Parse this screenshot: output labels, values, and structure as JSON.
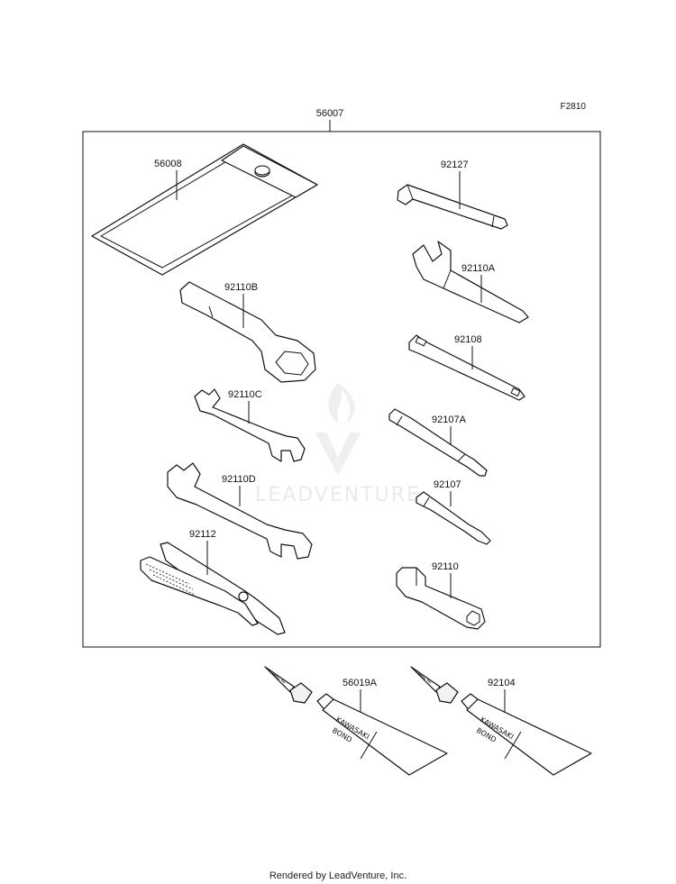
{
  "diagram": {
    "ref_code": "F2810",
    "kit_label": "56007",
    "footer": "Rendered by LeadVenture, Inc.",
    "watermark": "LEADVENTURE",
    "tube_text": {
      "line1": "KAWASAKI",
      "line2": "BOND"
    },
    "parts": [
      {
        "number": "56008",
        "name": "tool-pouch"
      },
      {
        "number": "92127",
        "name": "hex-key"
      },
      {
        "number": "92110A",
        "name": "spanner-wrench"
      },
      {
        "number": "92110B",
        "name": "box-wrench"
      },
      {
        "number": "92108",
        "name": "handle"
      },
      {
        "number": "92110C",
        "name": "open-end-wrench-small"
      },
      {
        "number": "92107A",
        "name": "screwdriver-bit-long"
      },
      {
        "number": "92110D",
        "name": "open-end-wrench-large"
      },
      {
        "number": "92107",
        "name": "screwdriver-bit-short"
      },
      {
        "number": "92112",
        "name": "pliers"
      },
      {
        "number": "92110",
        "name": "spark-plug-wrench"
      },
      {
        "number": "56019A",
        "name": "bond-tube-a"
      },
      {
        "number": "92104",
        "name": "bond-tube-b"
      }
    ]
  }
}
